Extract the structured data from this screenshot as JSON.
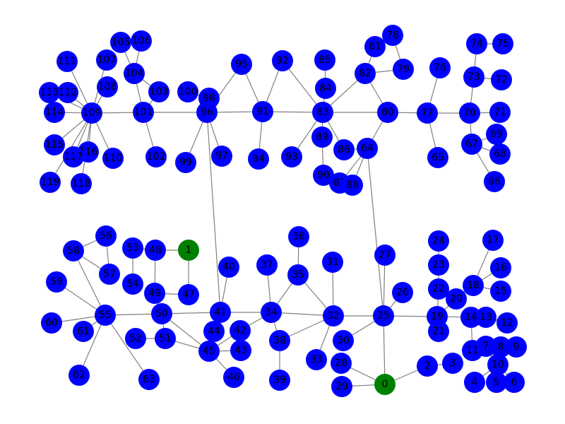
{
  "graph": {
    "colors": {
      "default_node": "#0000ff",
      "highlight_node": "#008000",
      "edge": "#808080",
      "label": "#000000"
    },
    "highlighted_nodes": [
      "0",
      "1"
    ],
    "nodes": [
      "0",
      "1",
      "2",
      "3",
      "4",
      "5",
      "6",
      "7",
      "8",
      "9",
      "10",
      "11",
      "12",
      "13",
      "14",
      "15",
      "16",
      "17",
      "18",
      "19",
      "20",
      "21",
      "22",
      "23",
      "24",
      "25",
      "26",
      "27",
      "28",
      "29",
      "30",
      "31",
      "32",
      "33",
      "34",
      "35",
      "36",
      "37",
      "38",
      "39",
      "40",
      "41",
      "42",
      "43",
      "44",
      "45",
      "46",
      "47",
      "48",
      "49",
      "50",
      "51",
      "52",
      "53",
      "54",
      "55",
      "56",
      "57",
      "58",
      "59",
      "60",
      "61",
      "62",
      "63",
      "64",
      "65",
      "66",
      "67",
      "68",
      "69",
      "70",
      "71",
      "72",
      "73",
      "74",
      "75",
      "76",
      "77",
      "78",
      "79",
      "80",
      "81",
      "82",
      "83",
      "84",
      "85",
      "86",
      "87",
      "88",
      "89",
      "90",
      "91",
      "92",
      "93",
      "94",
      "95",
      "96",
      "97",
      "98",
      "99",
      "100",
      "101",
      "102",
      "103",
      "104",
      "105",
      "106",
      "107",
      "108",
      "109",
      "110",
      "111",
      "112",
      "113",
      "114",
      "115",
      "116",
      "117",
      "118",
      "119"
    ],
    "edges": [
      [
        "0",
        "2"
      ],
      [
        "0",
        "25"
      ],
      [
        "0",
        "28"
      ],
      [
        "0",
        "29"
      ],
      [
        "2",
        "3"
      ],
      [
        "25",
        "32"
      ],
      [
        "25",
        "64"
      ],
      [
        "25",
        "30"
      ],
      [
        "25",
        "19"
      ],
      [
        "25",
        "26"
      ],
      [
        "25",
        "27"
      ],
      [
        "19",
        "21"
      ],
      [
        "19",
        "22"
      ],
      [
        "19",
        "20"
      ],
      [
        "19",
        "14"
      ],
      [
        "22",
        "23"
      ],
      [
        "23",
        "24"
      ],
      [
        "20",
        "18"
      ],
      [
        "18",
        "17"
      ],
      [
        "18",
        "16"
      ],
      [
        "18",
        "15"
      ],
      [
        "14",
        "13"
      ],
      [
        "14",
        "11"
      ],
      [
        "13",
        "12"
      ],
      [
        "11",
        "7"
      ],
      [
        "7",
        "8"
      ],
      [
        "8",
        "9"
      ],
      [
        "7",
        "10"
      ],
      [
        "10",
        "4"
      ],
      [
        "10",
        "5"
      ],
      [
        "10",
        "6"
      ],
      [
        "32",
        "31"
      ],
      [
        "32",
        "35"
      ],
      [
        "32",
        "34"
      ],
      [
        "32",
        "38"
      ],
      [
        "32",
        "33"
      ],
      [
        "35",
        "36"
      ],
      [
        "35",
        "34"
      ],
      [
        "34",
        "37"
      ],
      [
        "34",
        "38"
      ],
      [
        "34",
        "41"
      ],
      [
        "34",
        "42"
      ],
      [
        "38",
        "39"
      ],
      [
        "41",
        "40"
      ],
      [
        "41",
        "44"
      ],
      [
        "41",
        "50"
      ],
      [
        "41",
        "96"
      ],
      [
        "50",
        "49"
      ],
      [
        "50",
        "51"
      ],
      [
        "50",
        "45"
      ],
      [
        "50",
        "55"
      ],
      [
        "49",
        "48"
      ],
      [
        "49",
        "47"
      ],
      [
        "47",
        "1"
      ],
      [
        "48",
        "1"
      ],
      [
        "48",
        "53"
      ],
      [
        "53",
        "54"
      ],
      [
        "51",
        "52"
      ],
      [
        "51",
        "45"
      ],
      [
        "45",
        "44"
      ],
      [
        "45",
        "43"
      ],
      [
        "45",
        "46"
      ],
      [
        "42",
        "45"
      ],
      [
        "55",
        "58"
      ],
      [
        "55",
        "59"
      ],
      [
        "55",
        "60"
      ],
      [
        "55",
        "61"
      ],
      [
        "55",
        "62"
      ],
      [
        "55",
        "63"
      ],
      [
        "58",
        "56"
      ],
      [
        "58",
        "57"
      ],
      [
        "56",
        "57"
      ],
      [
        "64",
        "80"
      ],
      [
        "64",
        "86"
      ],
      [
        "64",
        "87"
      ],
      [
        "64",
        "88"
      ],
      [
        "80",
        "82"
      ],
      [
        "80",
        "83"
      ],
      [
        "80",
        "77"
      ],
      [
        "82",
        "81"
      ],
      [
        "82",
        "79"
      ],
      [
        "81",
        "78"
      ],
      [
        "78",
        "79"
      ],
      [
        "82",
        "83"
      ],
      [
        "83",
        "84"
      ],
      [
        "84",
        "85"
      ],
      [
        "83",
        "89"
      ],
      [
        "89",
        "90"
      ],
      [
        "83",
        "86"
      ],
      [
        "83",
        "91"
      ],
      [
        "83",
        "93"
      ],
      [
        "91",
        "92"
      ],
      [
        "92",
        "83"
      ],
      [
        "91",
        "94"
      ],
      [
        "91",
        "95"
      ],
      [
        "91",
        "96"
      ],
      [
        "96",
        "98"
      ],
      [
        "96",
        "95"
      ],
      [
        "96",
        "97"
      ],
      [
        "96",
        "99"
      ],
      [
        "96",
        "101"
      ],
      [
        "98",
        "100"
      ],
      [
        "101",
        "102"
      ],
      [
        "101",
        "103"
      ],
      [
        "101",
        "104"
      ],
      [
        "101",
        "109"
      ],
      [
        "104",
        "105"
      ],
      [
        "104",
        "106"
      ],
      [
        "103",
        "104"
      ],
      [
        "109",
        "107"
      ],
      [
        "109",
        "108"
      ],
      [
        "109",
        "110"
      ],
      [
        "109",
        "111"
      ],
      [
        "109",
        "112"
      ],
      [
        "109",
        "113"
      ],
      [
        "109",
        "114"
      ],
      [
        "109",
        "115"
      ],
      [
        "109",
        "116"
      ],
      [
        "109",
        "117"
      ],
      [
        "109",
        "118"
      ],
      [
        "109",
        "119"
      ],
      [
        "77",
        "76"
      ],
      [
        "77",
        "65"
      ],
      [
        "77",
        "70"
      ],
      [
        "70",
        "73"
      ],
      [
        "73",
        "74"
      ],
      [
        "73",
        "72"
      ],
      [
        "74",
        "75"
      ],
      [
        "70",
        "71"
      ],
      [
        "70",
        "67"
      ],
      [
        "67",
        "69"
      ],
      [
        "67",
        "68"
      ],
      [
        "67",
        "66"
      ]
    ]
  }
}
